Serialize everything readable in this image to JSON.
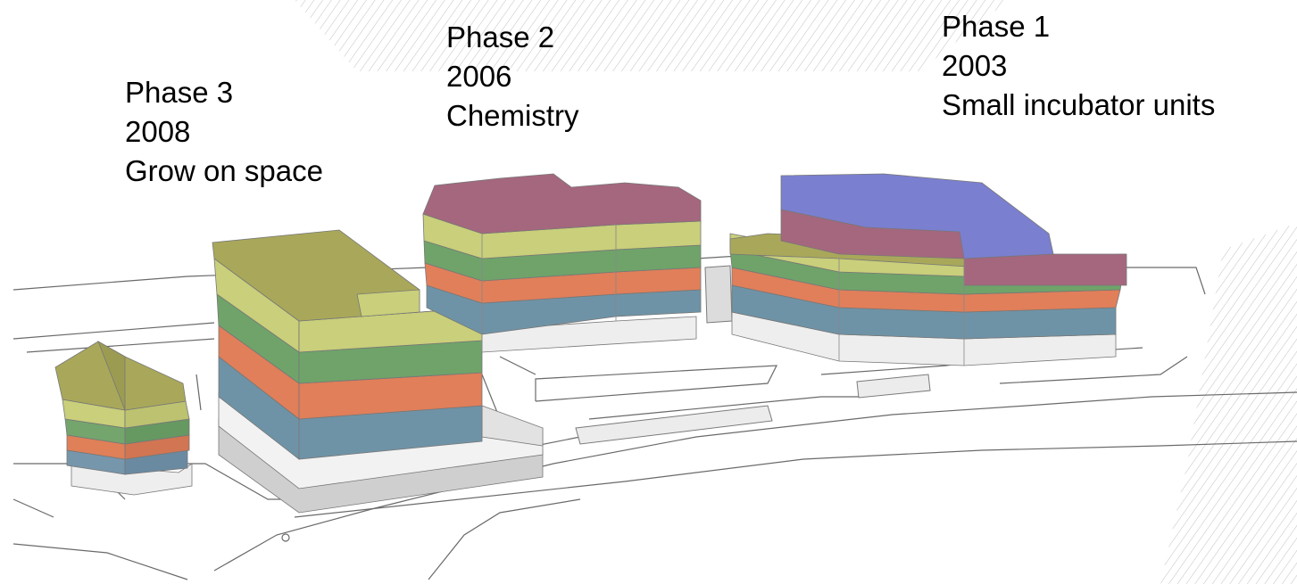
{
  "phases": [
    {
      "id": "phase3",
      "title": "Phase 3",
      "year": "2008",
      "description": "Grow on space"
    },
    {
      "id": "phase2",
      "title": "Phase 2",
      "year": "2006",
      "description": "Chemistry"
    },
    {
      "id": "phase1",
      "title": "Phase 1",
      "year": "2003",
      "description": "Small incubator units"
    }
  ],
  "colors": {
    "olive_roof": "#a9a85a",
    "yellow_green": "#c9cf7a",
    "green": "#6fa36a",
    "orange": "#e07f5a",
    "blue_grey": "#6f93a6",
    "mauve": "#a5677e",
    "purple_blue": "#7b7fd0",
    "white_base": "#eeeeee",
    "grey_base": "#cfcfcf"
  }
}
